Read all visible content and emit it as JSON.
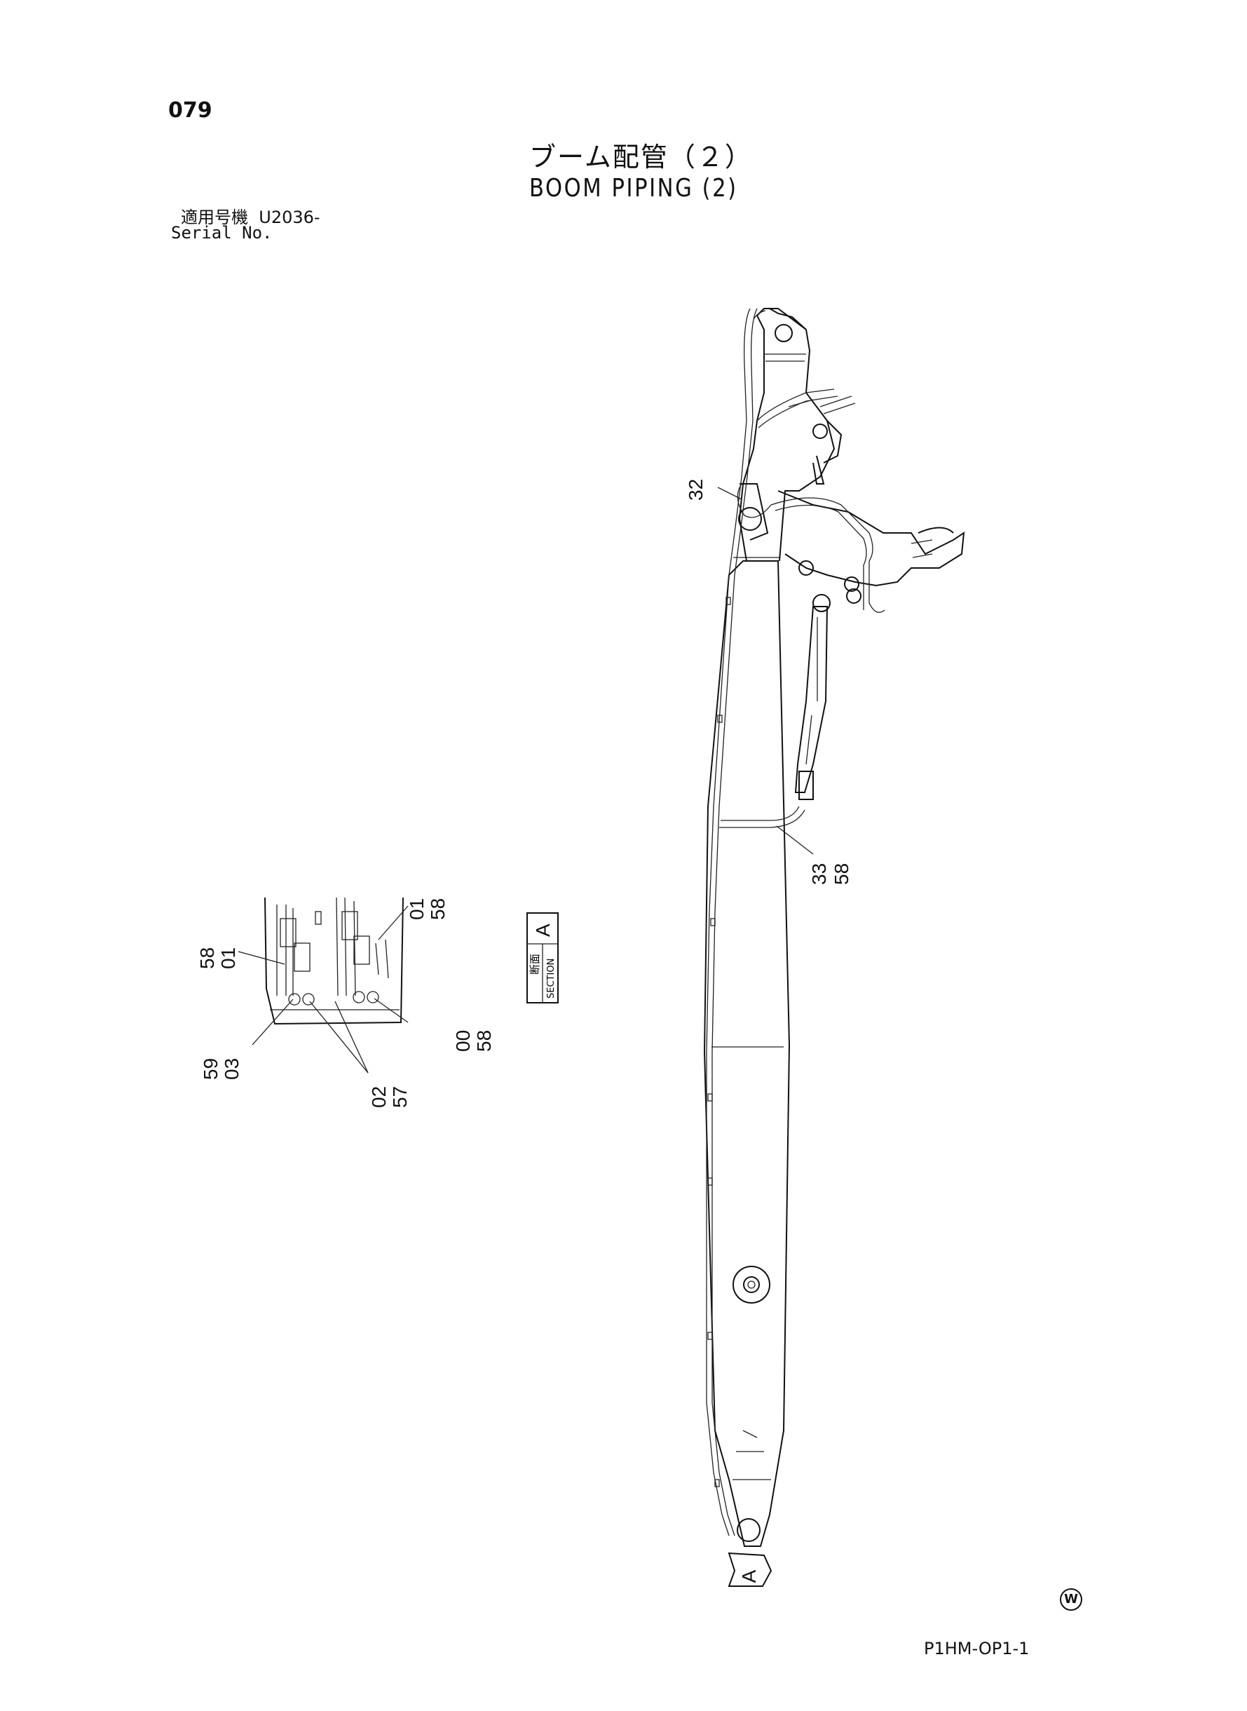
{
  "header": {
    "page_number": "079",
    "title_ja": "ブーム配管（２）",
    "title_en": "BOOM PIPING (2)",
    "serial_label_ja": "適用号機",
    "serial_value": "U2036-",
    "serial_label_en": "Serial No."
  },
  "section_box": {
    "label_ja": "断面",
    "label_en": "SECTION",
    "letter": "A"
  },
  "section_arrow_letter": "A",
  "callouts": {
    "c32": "32",
    "c33": "33",
    "c58a": "58",
    "c01a": "01",
    "c58b": "58",
    "c58c": "58",
    "c01b": "01",
    "c59": "59",
    "c03": "03",
    "c00": "00",
    "c58d": "58",
    "c02": "02",
    "c57": "57"
  },
  "footer": {
    "mark": "W",
    "drawing_code": "P1HM-OP1-1"
  }
}
